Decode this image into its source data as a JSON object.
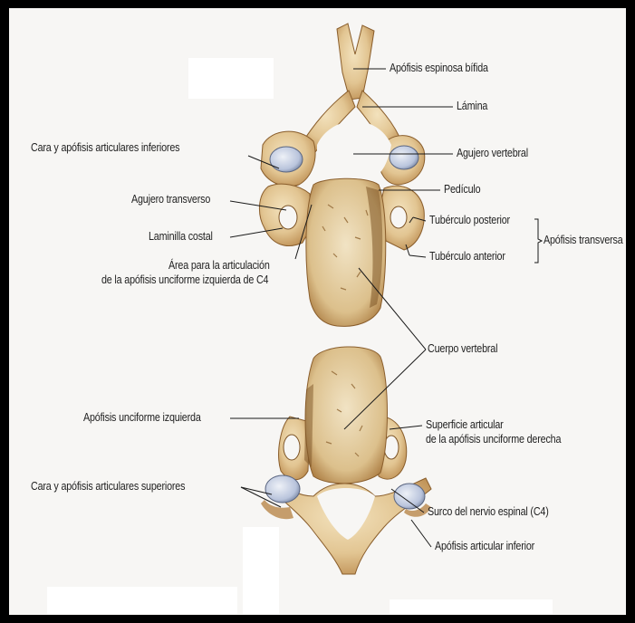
{
  "labels": {
    "apofisis_espinosa": "Apófisis espinosa bífida",
    "lamina": "Lámina",
    "cara_inferiores": "Cara y apófisis articulares inferiores",
    "agujero_vertebral": "Agujero vertebral",
    "agujero_transverso": "Agujero transverso",
    "pediculo": "Pedículo",
    "laminilla_costal": "Laminilla costal",
    "tuberculo_posterior": "Tubérculo posterior",
    "tuberculo_anterior": "Tubérculo anterior",
    "apofisis_transversa": "Apófisis transversa",
    "area_articulacion_1": "Área para la articulación",
    "area_articulacion_2": "de la apófisis unciforme izquierda de C4",
    "cuerpo_vertebral": "Cuerpo vertebral",
    "unciforme_izquierda": "Apófisis unciforme izquierda",
    "superficie_articular_1": "Superficie articular",
    "superficie_articular_2": "de la apófisis unciforme derecha",
    "cara_superiores": "Cara y apófisis articulares superiores",
    "surco_nervio": "Surco del nervio espinal (C4)",
    "apofisis_articular_inferior": "Apófisis articular inferior"
  },
  "colors": {
    "bone": "#e2c592",
    "bone_shade": "#b8874a",
    "bone_dark": "#7e5527",
    "cartilage": "#c9d2e4",
    "frame": "#000000",
    "background": "#f7f6f4"
  }
}
